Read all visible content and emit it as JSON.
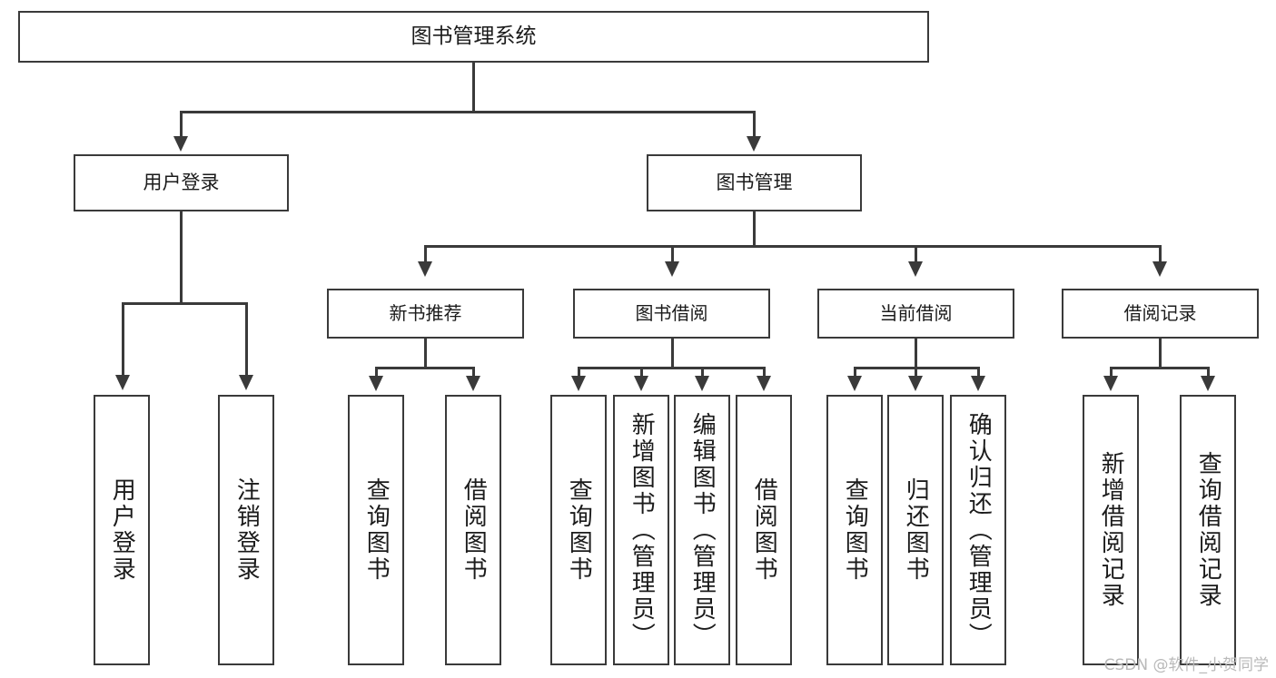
{
  "diagram": {
    "type": "tree-hierarchy",
    "orientation": "top-down",
    "root": {
      "id": "root",
      "label": "图书管理系统"
    },
    "level2": [
      {
        "id": "user-login",
        "label": "用户登录"
      },
      {
        "id": "book-manage",
        "label": "图书管理"
      }
    ],
    "level3": [
      {
        "id": "new-book-rec",
        "label": "新书推荐",
        "parent": "book-manage"
      },
      {
        "id": "book-borrow",
        "label": "图书借阅",
        "parent": "book-manage"
      },
      {
        "id": "current-borrow",
        "label": "当前借阅",
        "parent": "book-manage"
      },
      {
        "id": "borrow-record",
        "label": "借阅记录",
        "parent": "book-manage"
      }
    ],
    "leaves": {
      "user_login": [
        {
          "id": "leaf-user-login",
          "label": "用户登录"
        },
        {
          "id": "leaf-logout-login",
          "label": "注销登录"
        }
      ],
      "new_book_rec": [
        {
          "id": "leaf-query-book-1",
          "label": "查询图书"
        },
        {
          "id": "leaf-borrow-book-1",
          "label": "借阅图书"
        }
      ],
      "book_borrow": [
        {
          "id": "leaf-query-book-2",
          "label": "查询图书"
        },
        {
          "id": "leaf-add-book",
          "label": "新增图书（管理员）"
        },
        {
          "id": "leaf-edit-book",
          "label": "编辑图书（管理员）"
        },
        {
          "id": "leaf-borrow-book-2",
          "label": "借阅图书"
        }
      ],
      "current_borrow": [
        {
          "id": "leaf-query-book-3",
          "label": "查询图书"
        },
        {
          "id": "leaf-return-book",
          "label": "归还图书"
        },
        {
          "id": "leaf-confirm-return",
          "label": "确认归还（管理员）"
        }
      ],
      "borrow_record": [
        {
          "id": "leaf-add-record",
          "label": "新增借阅记录"
        },
        {
          "id": "leaf-query-record",
          "label": "查询借阅记录"
        }
      ]
    },
    "colors": {
      "stroke": "#3a3a3a",
      "fill": "#ffffff",
      "text": "#1b1b1b",
      "watermark": "#b9b9b9"
    }
  },
  "watermark": {
    "text": "CSDN @软件_小贺同学"
  }
}
